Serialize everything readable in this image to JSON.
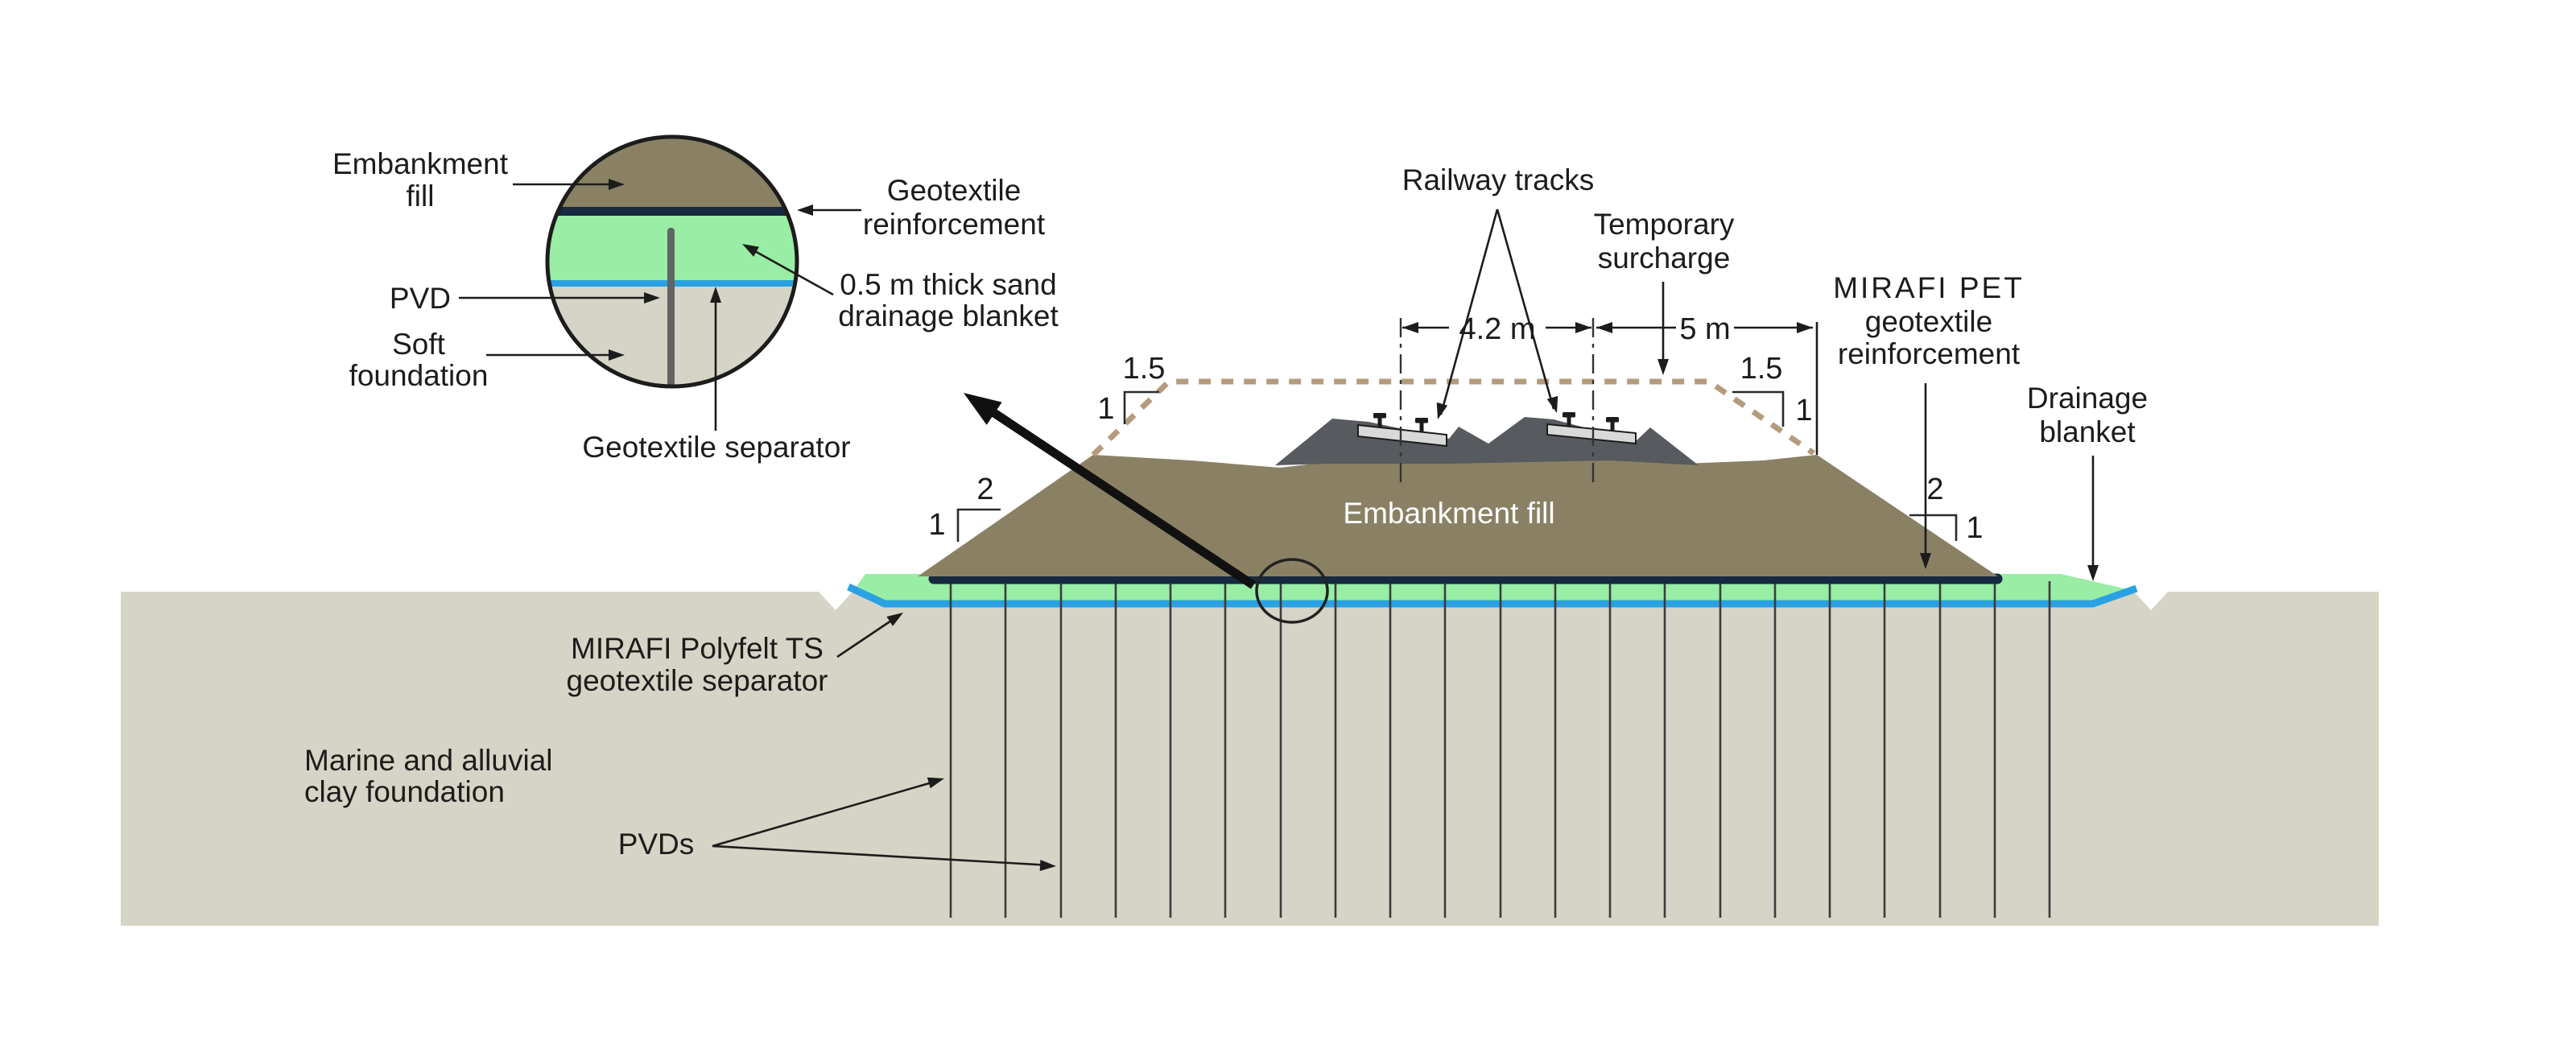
{
  "labels": {
    "inset": {
      "embankment_fill": [
        "Embankment",
        "fill"
      ],
      "geotextile_reinforcement": [
        "Geotextile",
        "reinforcement"
      ],
      "sand_blanket": [
        "0.5 m thick sand",
        "drainage blanket"
      ],
      "pvd": "PVD",
      "soft_foundation": [
        "Soft",
        "foundation"
      ],
      "geotextile_separator": "Geotextile separator"
    },
    "main": {
      "railway_tracks": "Railway tracks",
      "temporary_surcharge": [
        "Temporary",
        "surcharge"
      ],
      "mirafi_pet": [
        "MIRAFI PET",
        "geotextile",
        "reinforcement"
      ],
      "drainage_blanket": [
        "Drainage",
        "blanket"
      ],
      "embankment_fill": "Embankment fill",
      "mirafi_polyfelt": [
        "MIRAFI Polyfelt TS",
        "geotextile separator"
      ],
      "clay_foundation": [
        "Marine and alluvial",
        "clay foundation"
      ],
      "pvds": "PVDs"
    },
    "dimensions": {
      "between_tracks": "4.2 m",
      "surcharge_offset": "5 m"
    },
    "slopes": {
      "surcharge_left": {
        "run": "1.5",
        "rise": "1"
      },
      "surcharge_right": {
        "run": "1.5",
        "rise": "1"
      },
      "embankment_left": {
        "run": "2",
        "rise": "1"
      },
      "embankment_right": {
        "run": "2",
        "rise": "1"
      }
    }
  },
  "colors": {
    "embankment": "#8a8165",
    "ballast": "#575a5e",
    "slab": "#d9d9d9",
    "reinforcement": "#16293e",
    "sand": "#99eda5",
    "separator": "#2aa1e2",
    "foundation": "#d6d4c6",
    "surcharge": "#b59b7d",
    "pvd": "#3c3c3c",
    "pvd_bar": "#636363",
    "ink": "#1c1c1c"
  }
}
